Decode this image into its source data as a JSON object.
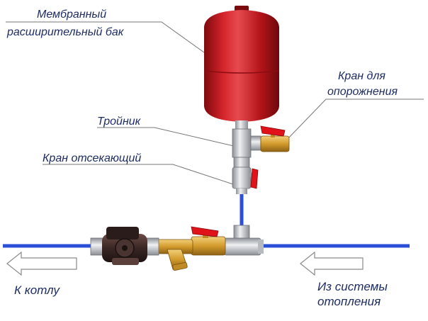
{
  "labels": {
    "tank_line1": "Мембранный",
    "tank_line2": "расширительный бак",
    "drain_line1": "Кран для",
    "drain_line2": "опорожнения",
    "tee": "Тройник",
    "cutoff": "Кран отсекающий",
    "to_boiler": "К котлу",
    "from_line1": "Из системы",
    "from_line2": "отопления"
  },
  "colors": {
    "label_text": "#1d2c63",
    "pipe": "#2b4fd6",
    "tank": "#c8151c",
    "brass": "#d9a233",
    "valve_handle": "#e0121a",
    "chrome": "#c9ccd1",
    "leader_line": "#777777"
  },
  "icons": {
    "tank": "expansion-tank-icon",
    "pump": "circulation-pump-icon",
    "strainer": "y-strainer-icon",
    "valve": "ball-valve-icon",
    "tee": "tee-fitting-icon",
    "arrow": "left-arrow-icon"
  }
}
